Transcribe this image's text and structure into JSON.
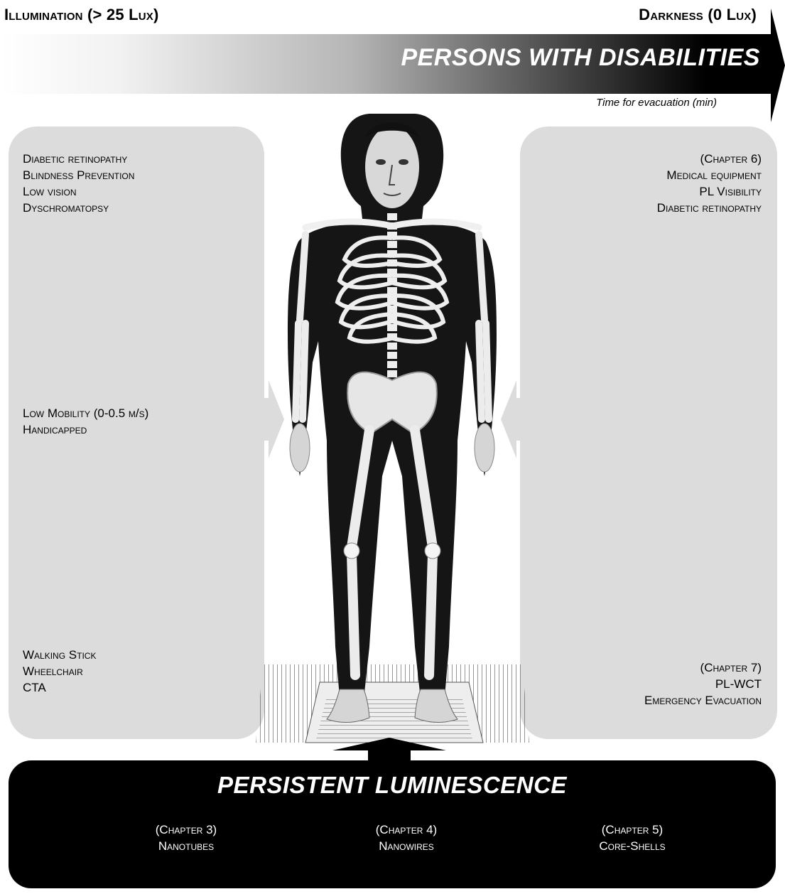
{
  "header": {
    "left_label": "Illumination (> 25 Lux)",
    "right_label": "Darkness (0 Lux)",
    "arrow_title": "PERSONS WITH DISABILITIES",
    "arrow_subtitle": "Time for evacuation (min)"
  },
  "left_panel": {
    "vision": [
      "Diabetic retinopathy",
      "Blindness Prevention",
      "Low vision",
      "Dyschromatopsy"
    ],
    "mobility": [
      "Low Mobility (0-0.5 m/s)",
      "Handicapped"
    ],
    "aids": [
      "Walking Stick",
      "Wheelchair",
      "CTA"
    ]
  },
  "right_panel": {
    "chapter6": [
      "(Chapter 6)",
      "Medical equipment",
      "PL Visibility",
      "Diabetic retinopathy"
    ],
    "chapter7": [
      "(Chapter 7)",
      "PL-WCT",
      "Emergency Evacuation"
    ]
  },
  "bottom_panel": {
    "title": "PERSISTENT LUMINESCENCE",
    "chapters": [
      {
        "chapter": "(Chapter 3)",
        "topic": "Nanotubes"
      },
      {
        "chapter": "(Chapter 4)",
        "topic": "Nanowires"
      },
      {
        "chapter": "(Chapter 5)",
        "topic": "Core-Shells"
      }
    ]
  },
  "colors": {
    "panel_gray": "#dcdcdc",
    "dark": "#000000",
    "arrow_gradient_start": "#ffffff",
    "arrow_gradient_end": "#000000"
  }
}
